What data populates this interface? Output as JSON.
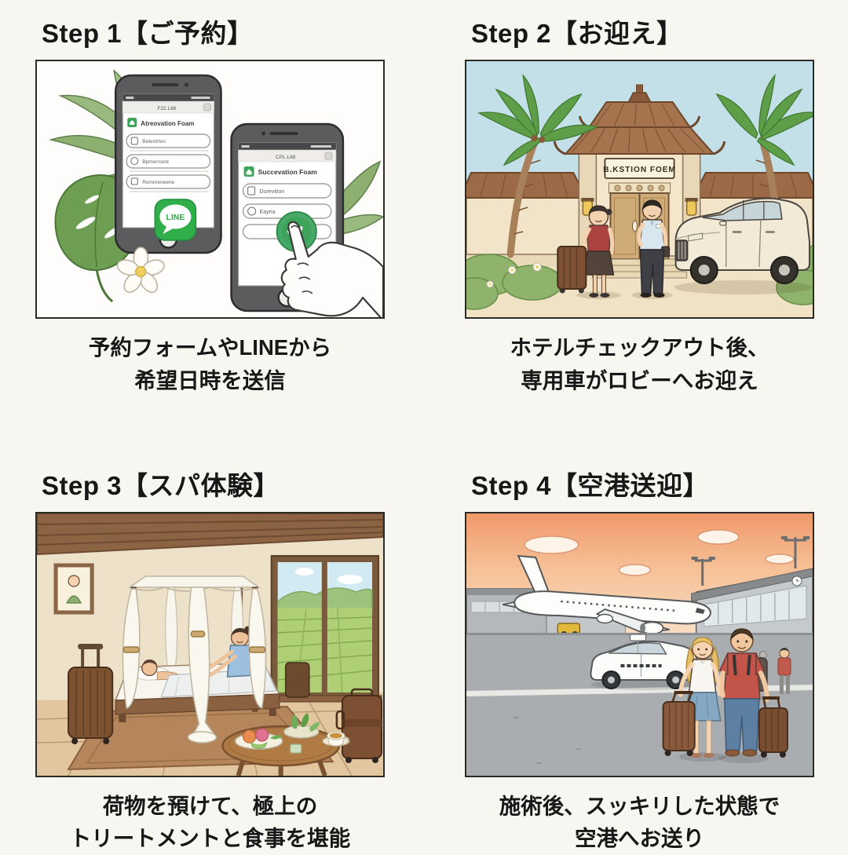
{
  "page": {
    "background": "#f8f6f1",
    "panel_border": "#2b2b28"
  },
  "steps": [
    {
      "title": "Step 1【ご予約】",
      "caption_lines": [
        "予約フォームやLINEから",
        "希望日時を送信"
      ],
      "art": {
        "phone_back": {
          "header": "F22.L68",
          "form_title": "Atreovation Foam",
          "fields": [
            "Betentrtes",
            "Bpmerrcent",
            "Remmeneene"
          ]
        },
        "phone_front": {
          "header": "CPL.L88",
          "form_title": "Succevation Foam",
          "fields": [
            "Durevition",
            "Eayria"
          ]
        },
        "line_label": "LINE"
      }
    },
    {
      "title": "Step 2【お迎え】",
      "caption_lines": [
        "ホテルチェックアウト後、",
        "専用車がロビーへお迎え"
      ],
      "art": {
        "sign": "B.KSTION FOEM"
      }
    },
    {
      "title": "Step 3【スパ体験】",
      "caption_lines": [
        "荷物を預けて、極上の",
        "トリートメントと食事を堪能"
      ],
      "art": {}
    },
    {
      "title": "Step 4【空港送迎】",
      "caption_lines": [
        "施術後、スッキリした状態で",
        "空港へお送り"
      ],
      "art": {}
    }
  ]
}
